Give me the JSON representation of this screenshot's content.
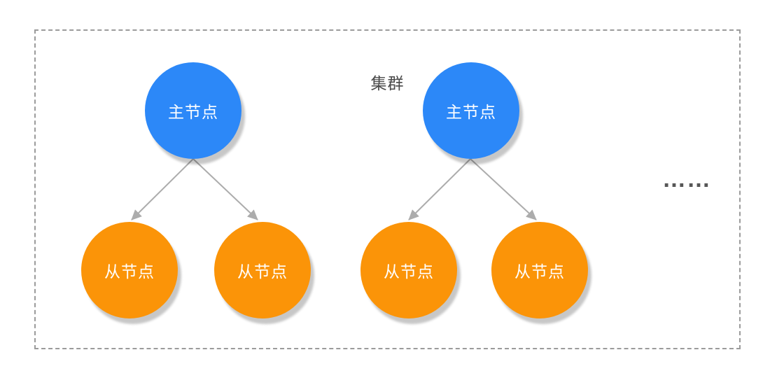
{
  "diagram": {
    "title": "集群",
    "ellipsis": "……",
    "colors": {
      "master_fill": "#2C88F8",
      "slave_fill": "#FB9408",
      "node_text": "#FFFFFF",
      "border": "#9B9B9B",
      "arrow": "#ACACAC",
      "title_text": "#4A4A4A"
    },
    "clusters": [
      {
        "master": {
          "label": "主节点"
        },
        "slaves": [
          {
            "label": "从节点"
          },
          {
            "label": "从节点"
          }
        ]
      },
      {
        "master": {
          "label": "主节点"
        },
        "slaves": [
          {
            "label": "从节点"
          },
          {
            "label": "从节点"
          }
        ]
      }
    ]
  }
}
